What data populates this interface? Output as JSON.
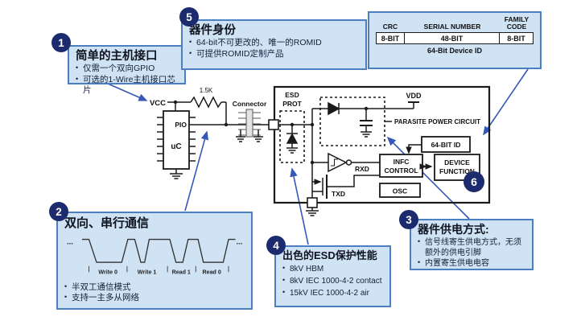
{
  "colors": {
    "callout_fill": "#cfe3f4",
    "callout_border": "#4c7fc0",
    "badge_bg": "#1c2b6e",
    "arrow_blue": "#3558b8",
    "line_black": "#1a1a1a"
  },
  "callout1": {
    "badge": "1",
    "title": "简单的主机接口",
    "bullets": [
      "仅需一个双向GPIO",
      "可选的1-Wire主机接口芯片"
    ]
  },
  "callout2": {
    "badge": "2",
    "title": "双向、串行通信",
    "ellipsis": "...",
    "wave_labels": [
      "Write 0",
      "Write 1",
      "Read 1",
      "Read 0"
    ],
    "bullets": [
      "半双工通信模式",
      "支持一主多从网络"
    ]
  },
  "callout3": {
    "badge": "3",
    "title": "器件供电方式:",
    "bullets": [
      "信号线寄生供电方式，无须额外的供电引脚",
      "内置寄生供电电容"
    ]
  },
  "callout4": {
    "badge": "4",
    "title": "出色的ESD保护性能",
    "bullets": [
      "8kV HBM",
      "8kV IEC 1000-4-2 contact",
      "15kV IEC 1000-4-2 air"
    ]
  },
  "callout5": {
    "badge": "5",
    "title": "器件身份",
    "bullets": [
      "64-bit不可更改的、唯一的ROMID",
      "可提供ROMID定制产品"
    ]
  },
  "badge6": "6",
  "id_table": {
    "headers": [
      "CRC",
      "SERIAL NUMBER",
      "FAMILY CODE"
    ],
    "cells": [
      "8-BIT",
      "48-BIT",
      "8-BIT"
    ],
    "caption": "64-Bit Device ID"
  },
  "schematic": {
    "vcc": "VCC",
    "resistor": "1.5K",
    "pio": "PIO",
    "uc": "uC",
    "connector": "Connector",
    "esd_line1": "ESD",
    "esd_line2": "PROT",
    "vdd": "VDD",
    "parasite": "PARASITE POWER CIRCUIT",
    "id64": "64-BIT ID",
    "infc_line1": "INFC",
    "infc_line2": "CONTROL",
    "device_line1": "DEVICE",
    "device_line2": "FUNCTION",
    "osc": "OSC",
    "rxd": "RXD",
    "txd": "TXD"
  }
}
